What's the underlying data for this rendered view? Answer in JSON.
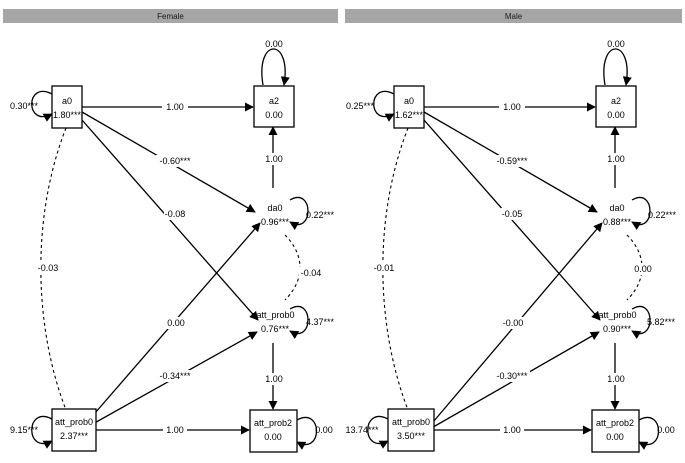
{
  "panels": [
    {
      "title": "Female",
      "nodes": {
        "a0": {
          "name": "a0",
          "value": "1.80***",
          "variance": "0.30***"
        },
        "a2": {
          "name": "a2",
          "value": "0.00",
          "variance": "0.00"
        },
        "da0": {
          "name": "da0",
          "value": "0.96***",
          "variance": "0.22***"
        },
        "datt_prob0": {
          "name": "datt_prob0",
          "value": "0.76***",
          "variance": "4.37***"
        },
        "att_prob0": {
          "name": "att_prob0",
          "value": "2.37***",
          "variance": "9.15***"
        },
        "att_prob2": {
          "name": "att_prob2",
          "value": "0.00",
          "variance": "0.00"
        }
      },
      "paths": {
        "a0_a2": "1.00",
        "da0_a2": "1.00",
        "a0_da0": "-0.60***",
        "a0_datt": "-0.08",
        "att_da0": "0.00",
        "att_datt": "-0.34***",
        "att_att2": "1.00",
        "datt_att2": "1.00",
        "cov_a0_att": "-0.03",
        "cov_da0_datt": "-0.04"
      }
    },
    {
      "title": "Male",
      "nodes": {
        "a0": {
          "name": "a0",
          "value": "1.62***",
          "variance": "0.25***"
        },
        "a2": {
          "name": "a2",
          "value": "0.00",
          "variance": "0.00"
        },
        "da0": {
          "name": "da0",
          "value": "0.88***",
          "variance": "0.22***"
        },
        "datt_prob0": {
          "name": "datt_prob0",
          "value": "0.90***",
          "variance": "5.82***"
        },
        "att_prob0": {
          "name": "att_prob0",
          "value": "3.50***",
          "variance": "13.74***"
        },
        "att_prob2": {
          "name": "att_prob2",
          "value": "0.00",
          "variance": "0.00"
        }
      },
      "paths": {
        "a0_a2": "1.00",
        "da0_a2": "1.00",
        "a0_da0": "-0.59***",
        "a0_datt": "-0.05",
        "att_da0": "-0.00",
        "att_datt": "-0.30***",
        "att_att2": "1.00",
        "datt_att2": "1.00",
        "cov_a0_att": "-0.01",
        "cov_da0_datt": "0.00"
      }
    }
  ]
}
